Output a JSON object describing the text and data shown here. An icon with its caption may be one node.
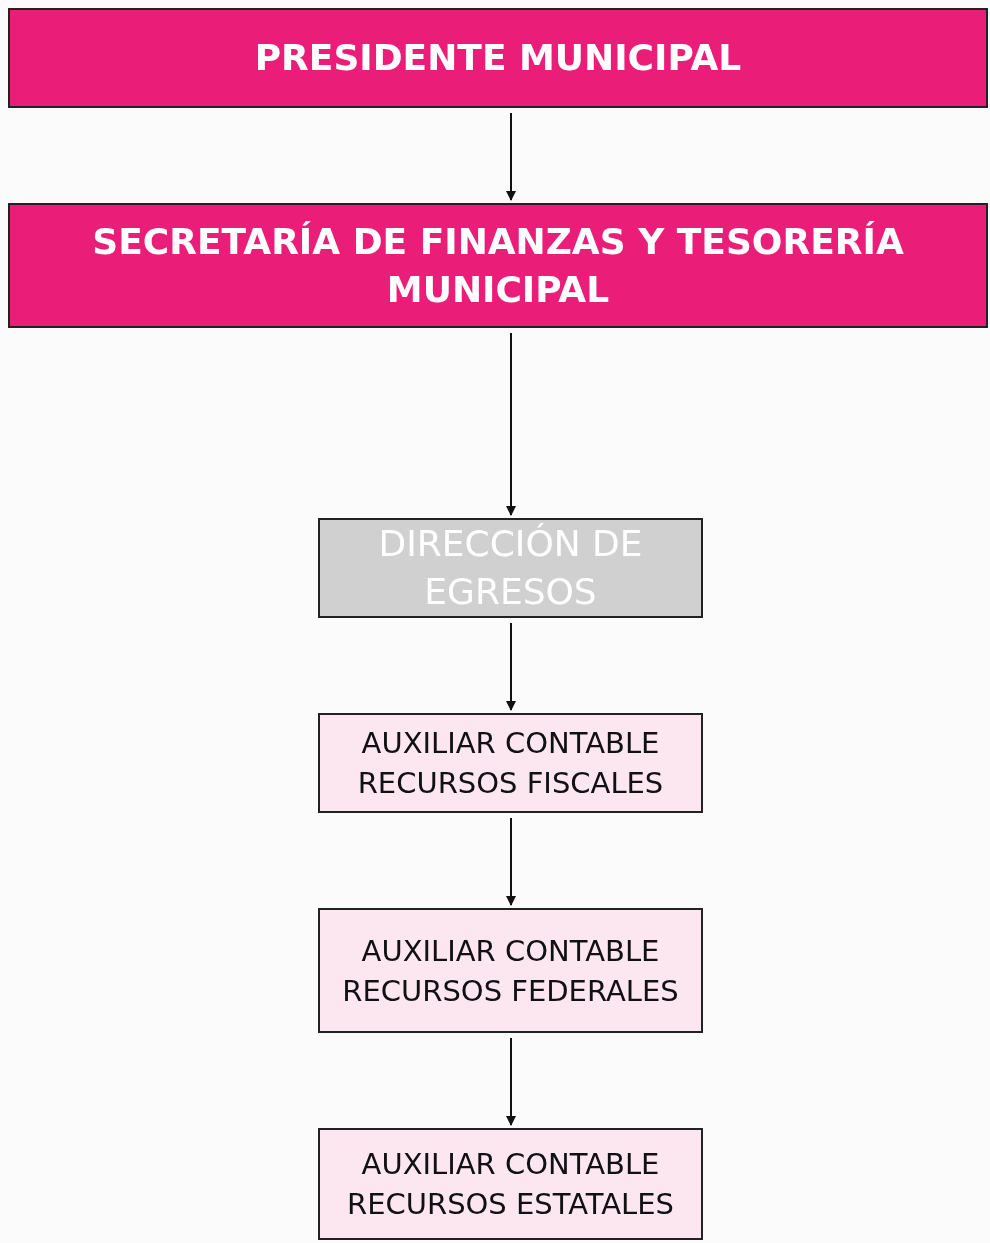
{
  "diagram": {
    "nodes": [
      {
        "text": [
          "PRESIDENTE MUNICIPAL"
        ]
      },
      {
        "text": [
          "SECRETARÍA DE FINANZAS Y TESORERÍA MUNICIPAL"
        ]
      },
      {
        "text": [
          "DIRECCIÓN DE EGRESOS"
        ]
      },
      {
        "text": [
          "AUXILIAR CONTABLE RECURSOS FISCALES"
        ]
      },
      {
        "text": [
          "AUXILIAR CONTABLE RECURSOS FEDERALES"
        ]
      },
      {
        "text": [
          "AUXILIAR CONTABLE RECURSOS ESTATALES"
        ]
      }
    ],
    "edges": [
      {
        "from": 0,
        "to": 1,
        "arrow": "to"
      },
      {
        "from": 1,
        "to": 2,
        "arrow": "to"
      },
      {
        "from": 2,
        "to": 3,
        "arrow": "to"
      },
      {
        "from": 3,
        "to": 4,
        "arrow": "to"
      },
      {
        "from": 4,
        "to": 5,
        "arrow": "to"
      }
    ]
  }
}
